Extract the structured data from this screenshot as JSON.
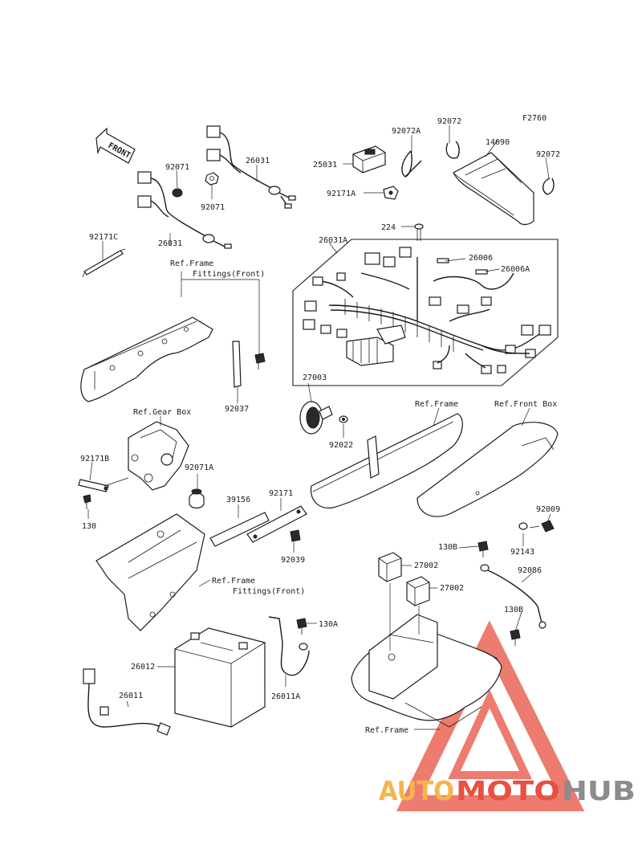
{
  "figure_code": "F2760",
  "front_arrow": "FRONT",
  "parts": {
    "p92071_a": "92071",
    "p92071_b": "92071",
    "p26031_top": "26031",
    "p26031_left": "26031",
    "p92171C": "92171C",
    "p92072A": "92072A",
    "p92072_mid": "92072",
    "p92072_right": "92072",
    "p14090": "14090",
    "p25031": "25031",
    "p92171A": "92171A",
    "p224": "224",
    "p26031A": "26031A",
    "p26006": "26006",
    "p26006A": "26006A",
    "p92037": "92037",
    "p27003": "27003",
    "p92022": "92022",
    "p92171B": "92171B",
    "p92071A": "92071A",
    "p130": "130",
    "p39156": "39156",
    "p92171": "92171",
    "p92039": "92039",
    "p92009": "92009",
    "p92143": "92143",
    "p130B_top": "130B",
    "p92086": "92086",
    "p27002_a": "27002",
    "p27002_b": "27002",
    "p130B_bot": "130B",
    "p130A": "130A",
    "p26012": "26012",
    "p26011": "26011",
    "p26011A": "26011A"
  },
  "refs": {
    "frame_fittings_top_1": "Ref.Frame",
    "frame_fittings_top_2": "Fittings(Front)",
    "gear_box": "Ref.Gear Box",
    "frame_mid": "Ref.Frame",
    "front_box": "Ref.Front Box",
    "frame_fittings_mid_1": "Ref.Frame",
    "frame_fittings_mid_2": "Fittings(Front)",
    "frame_bottom": "Ref.Frame"
  },
  "watermark": {
    "part1": "AUTO",
    "part2": "MOTO",
    "part3": "HUB",
    "color_orange": "#f5b54a",
    "color_red": "#e8503f",
    "color_gray": "#8c8c8c"
  }
}
